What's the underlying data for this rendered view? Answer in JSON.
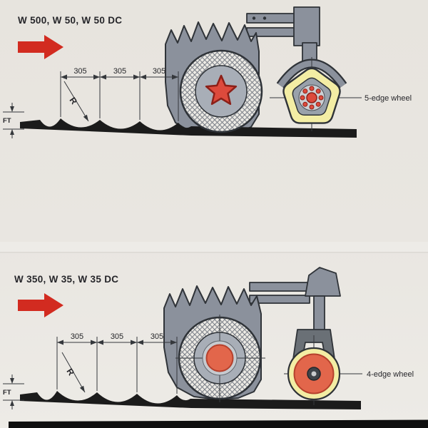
{
  "page": {
    "paper_color": "#e9e6e1"
  },
  "colors": {
    "arrow_red": "#d22b20",
    "machine_gray": "#8b919c",
    "outline": "#2f3338",
    "star_red": "#dd4a3c",
    "wheel_yellow": "#f3eda4",
    "wheel_orange": "#e2664b",
    "ground_black": "#1b1b1b"
  },
  "top_diagram": {
    "model_label": "W 500, W 50, W 50 DC",
    "dims": [
      "305",
      "305",
      "305"
    ],
    "radius_label": "R",
    "depth_label": "FT",
    "wheel_label": "5-edge wheel"
  },
  "bottom_diagram": {
    "model_label": "W 350, W 35, W 35 DC",
    "dims": [
      "305",
      "305",
      "305"
    ],
    "radius_label": "R",
    "depth_label": "FT",
    "wheel_label": "4-edge wheel"
  }
}
